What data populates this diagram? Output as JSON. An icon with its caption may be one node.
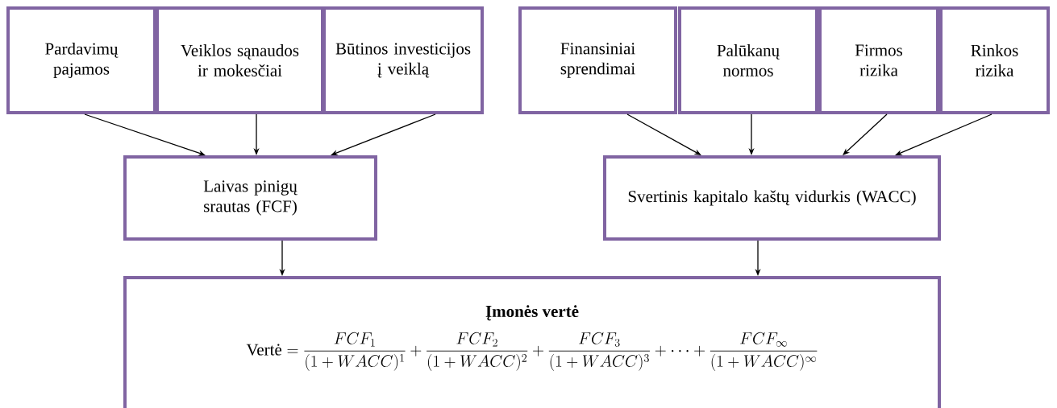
{
  "diagram": {
    "nodes": [
      {
        "text": [
          "Pardavimų pajamos"
        ]
      },
      {
        "text": [
          "Veiklos sąnaudos ir mokesčiai"
        ]
      },
      {
        "text": [
          "Būtinos investicijos į veiklą"
        ]
      },
      {
        "text": [
          "Finansiniai sprendimai"
        ]
      },
      {
        "text": [
          "Palūkanų normos"
        ]
      },
      {
        "text": [
          "Firmos rizika"
        ]
      },
      {
        "text": [
          "Rinkos rizika"
        ]
      },
      {
        "text": [
          "Laivas pinigų srautas (FCF)"
        ]
      },
      {
        "text": [
          "Svertinis kapitalo kaštų vidurkis (WACC)"
        ]
      },
      {
        "text": [
          "Įmonės vertė",
          "\\text{Vertė} = \\frac{FCF_1}{(1+WACC)^1} + \\frac{FCF_2}{(1+WACC)^2} + \\frac{FCF_3}{(1+WACC)^3} + \\cdots + \\frac{FCF_\\infty}{(1+WACC)^\\infty}"
        ]
      }
    ],
    "edges": [
      {
        "from": 0,
        "to": 7,
        "arrow": "to"
      },
      {
        "from": 1,
        "to": 7,
        "arrow": "to"
      },
      {
        "from": 2,
        "to": 7,
        "arrow": "to"
      },
      {
        "from": 3,
        "to": 8,
        "arrow": "to"
      },
      {
        "from": 4,
        "to": 8,
        "arrow": "to"
      },
      {
        "from": 5,
        "to": 8,
        "arrow": "to"
      },
      {
        "from": 6,
        "to": 8,
        "arrow": "to"
      },
      {
        "from": 7,
        "to": 9,
        "arrow": "to"
      },
      {
        "from": 8,
        "to": 9,
        "arrow": "to"
      }
    ]
  }
}
